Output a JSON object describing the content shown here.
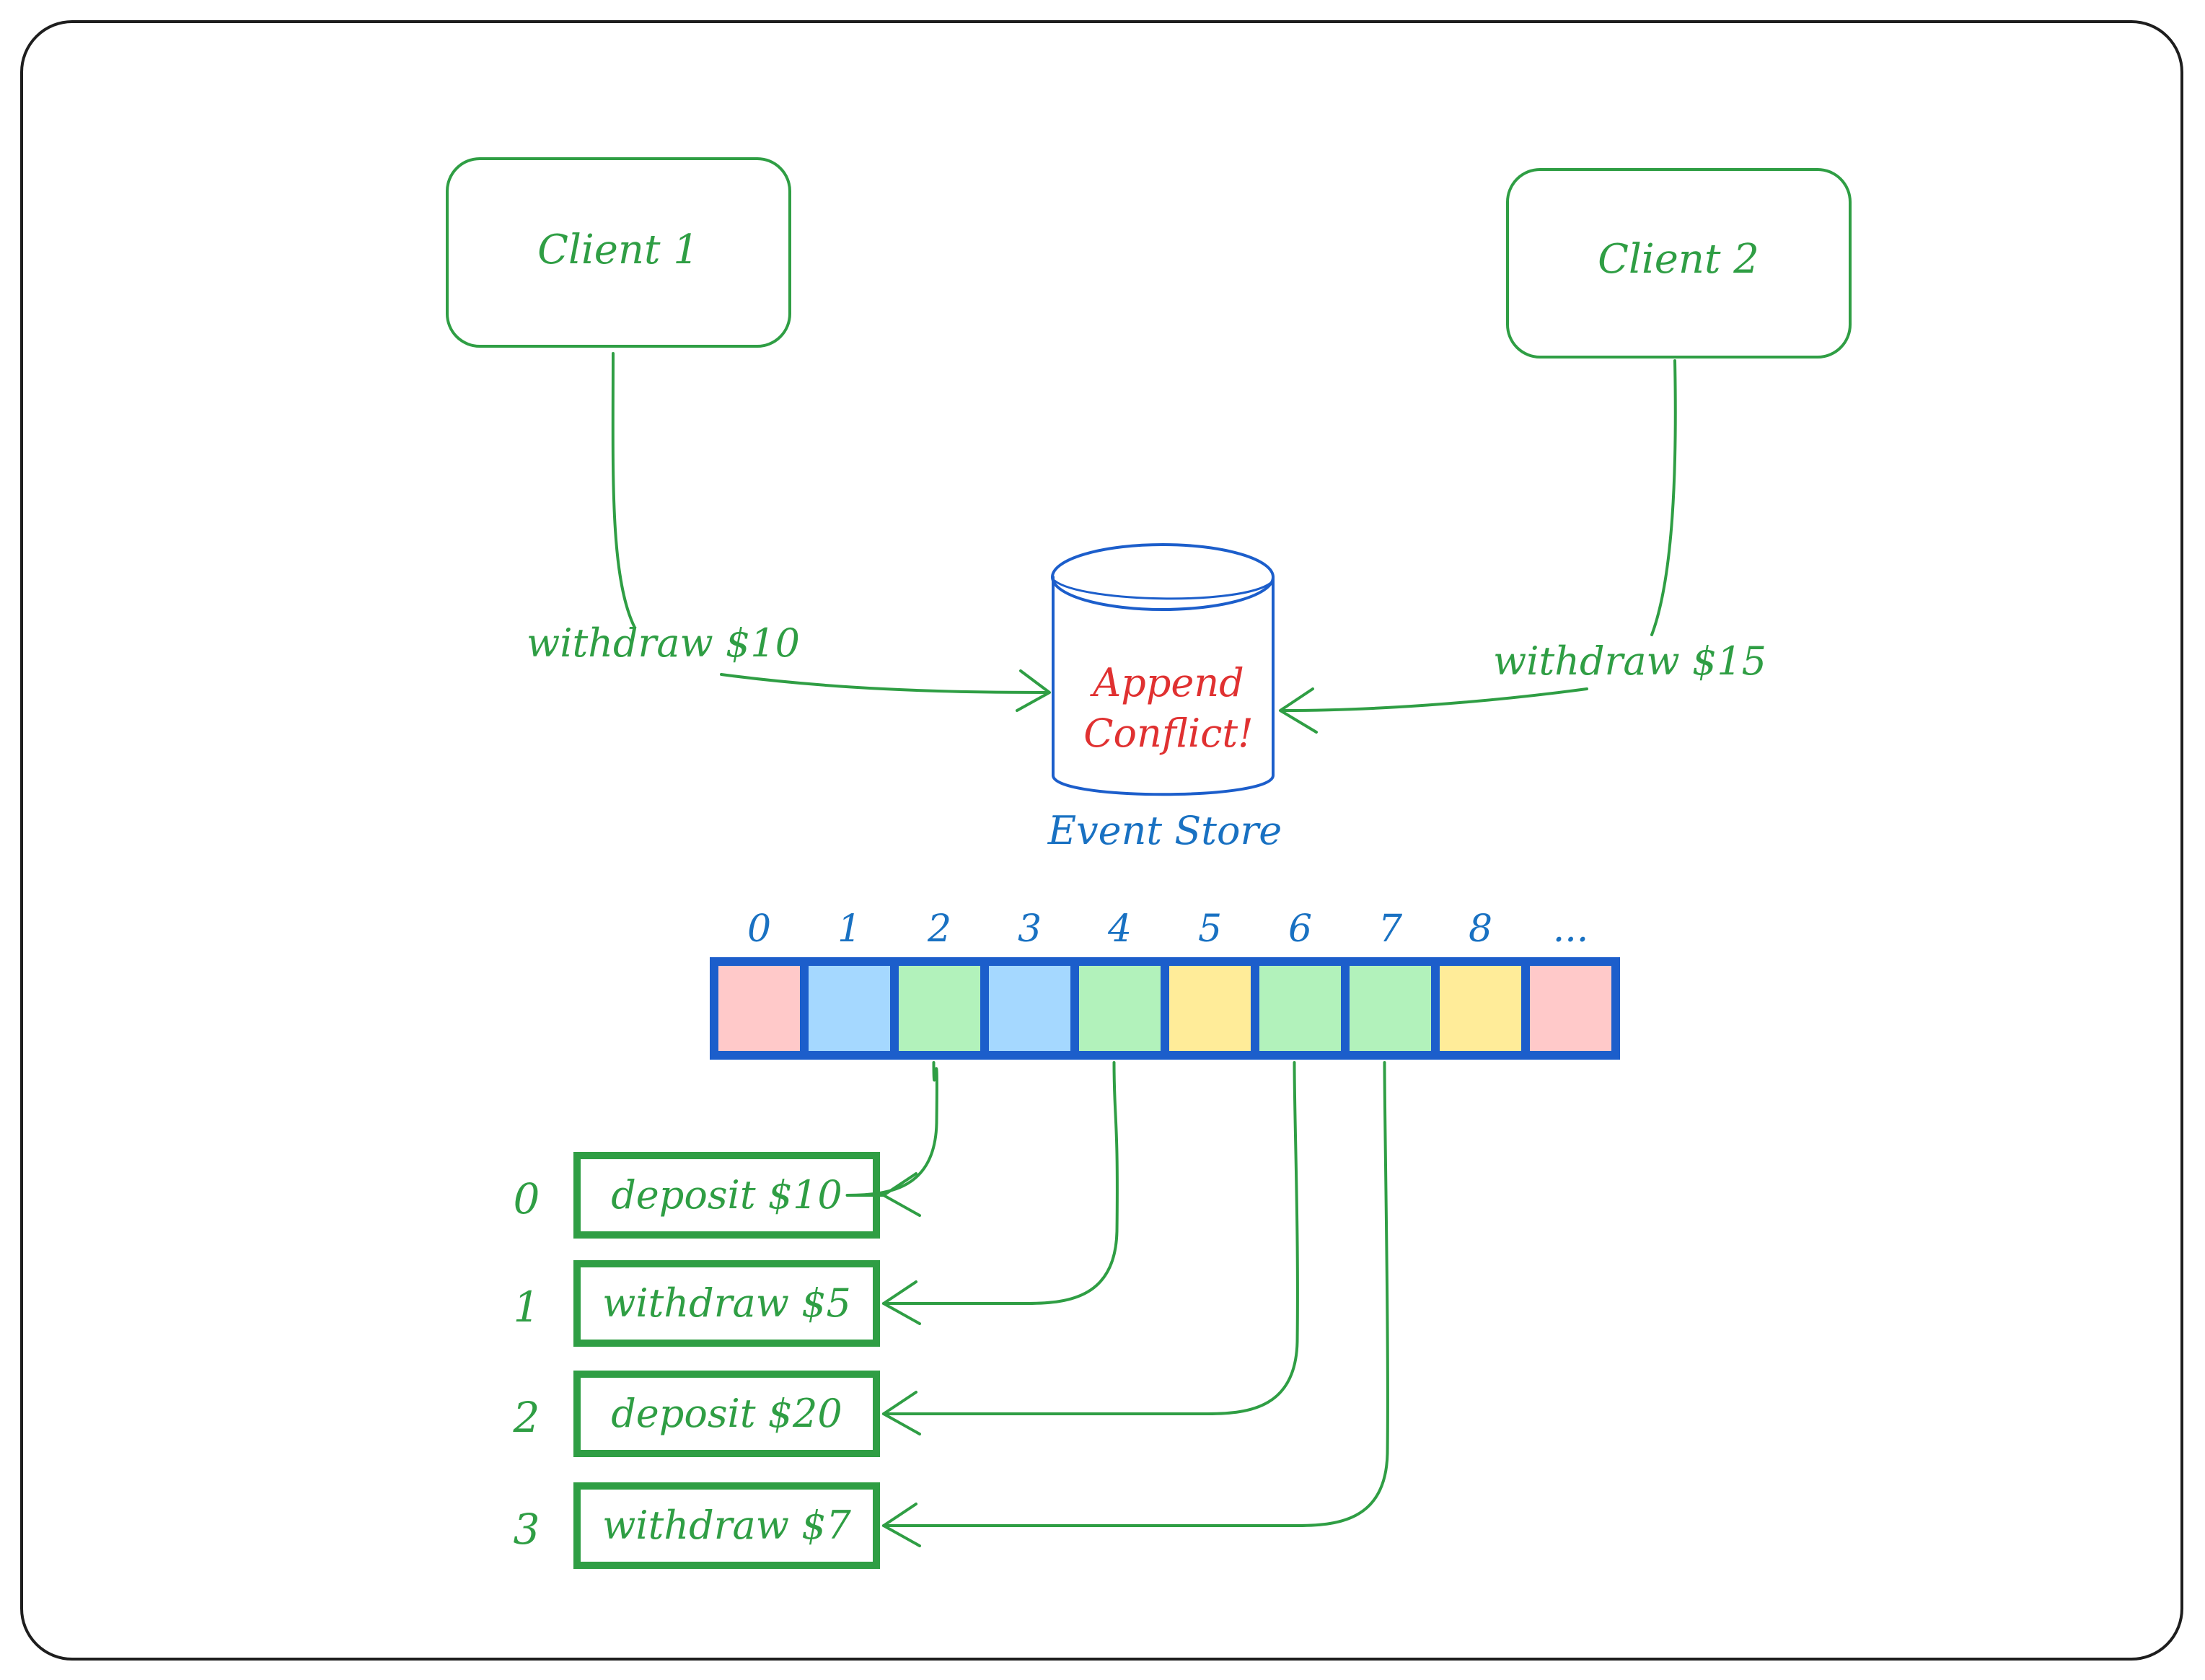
{
  "clients": [
    {
      "label": "Client 1"
    },
    {
      "label": "Client 2"
    }
  ],
  "requests": [
    {
      "label": "withdraw $10"
    },
    {
      "label": "withdraw $15"
    }
  ],
  "event_store": {
    "label": "Event Store",
    "conflict_line1": "Append",
    "conflict_line2": "Conflict!"
  },
  "event_log": {
    "indices": [
      "0",
      "1",
      "2",
      "3",
      "4",
      "5",
      "6",
      "7",
      "8",
      "..."
    ],
    "colors": [
      "#ffc9c9",
      "#a5d8ff",
      "#b2f2bb",
      "#a5d8ff",
      "#b2f2bb",
      "#ffec99",
      "#b2f2bb",
      "#b2f2bb",
      "#ffec99",
      "#ffc9c9"
    ],
    "border_color": "#1c5ecb"
  },
  "stream": {
    "indices": [
      "0",
      "1",
      "2",
      "3"
    ],
    "events": [
      "deposit $10",
      "withdraw $5",
      "deposit $20",
      "withdraw $7"
    ],
    "source_positions": [
      2,
      4,
      6,
      7
    ]
  },
  "colors": {
    "green": "#2f9e44",
    "blue": "#1971c2",
    "red": "#e03131"
  }
}
